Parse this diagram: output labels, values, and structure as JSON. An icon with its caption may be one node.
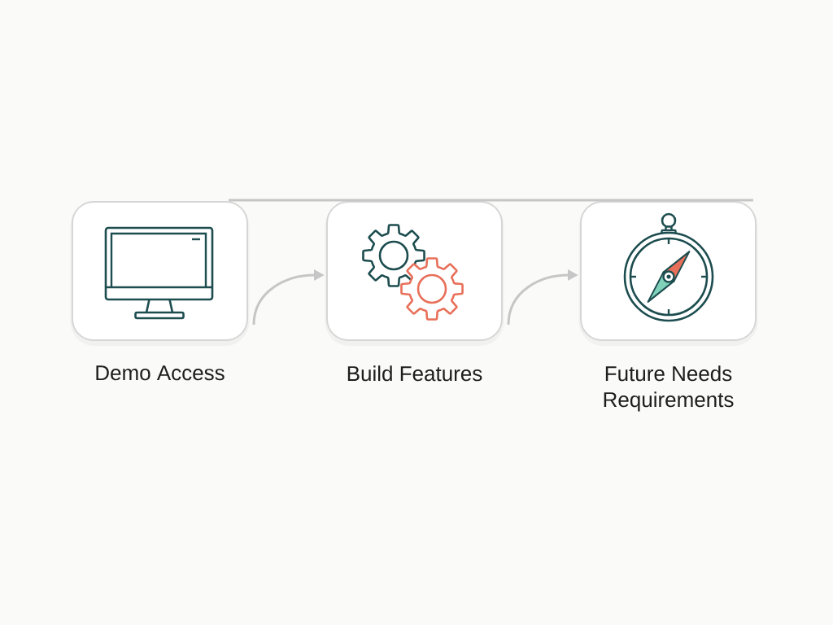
{
  "diagram": {
    "nodes": [
      {
        "text": [
          "Demo Access"
        ]
      },
      {
        "text": [
          "Build Features"
        ]
      },
      {
        "text": [
          "Future Needs Requirements"
        ]
      }
    ],
    "edges": [
      {
        "from": 0,
        "to": 1,
        "arrow": "to"
      },
      {
        "from": 1,
        "to": 2,
        "arrow": "to"
      },
      {
        "from": 0,
        "to": 2,
        "arrow": "none"
      }
    ]
  }
}
